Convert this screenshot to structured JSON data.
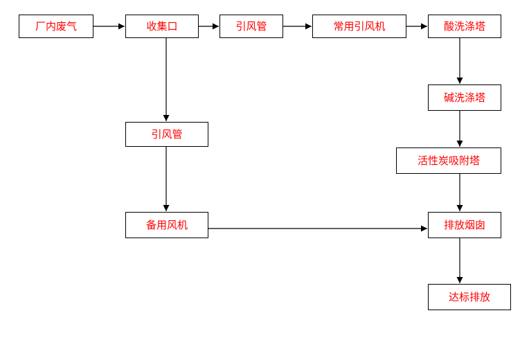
{
  "colors": {
    "node_text": "#ff0000",
    "node_border": "#000000",
    "arrow": "#000000",
    "background": "#ffffff"
  },
  "nodes": {
    "factory_exhaust": "厂内废气",
    "collection_port": "收集口",
    "induced_duct_top": "引风管",
    "main_induced_fan": "常用引风机",
    "acid_scrubber": "酸洗涤塔",
    "alkali_scrubber": "碱洗涤塔",
    "activated_carbon_tower": "活性炭吸附塔",
    "induced_duct_side": "引风管",
    "standby_fan": "备用风机",
    "exhaust_stack": "排放烟囱",
    "compliant_discharge": "达标排放"
  }
}
